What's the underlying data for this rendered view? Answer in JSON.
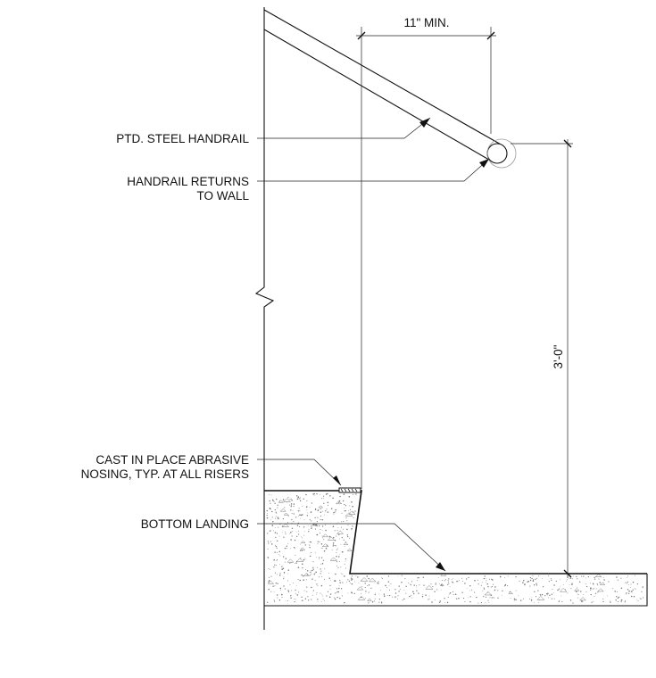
{
  "colors": {
    "line": "#111111",
    "concrete_speckle": "#777777",
    "background": "#ffffff",
    "handrail_bracket": "#999999"
  },
  "annotations": {
    "dimension_top": "11\" MIN.",
    "dimension_height": "3'-0\"",
    "handrail": "PTD.  STEEL HANDRAIL",
    "returns_line1": "HANDRAIL RETURNS",
    "returns_line2": "TO WALL",
    "nosing_line1": "CAST IN PLACE ABRASIVE",
    "nosing_line2": "NOSING, TYP. AT ALL RISERS",
    "bottom_landing": "BOTTOM LANDING"
  }
}
